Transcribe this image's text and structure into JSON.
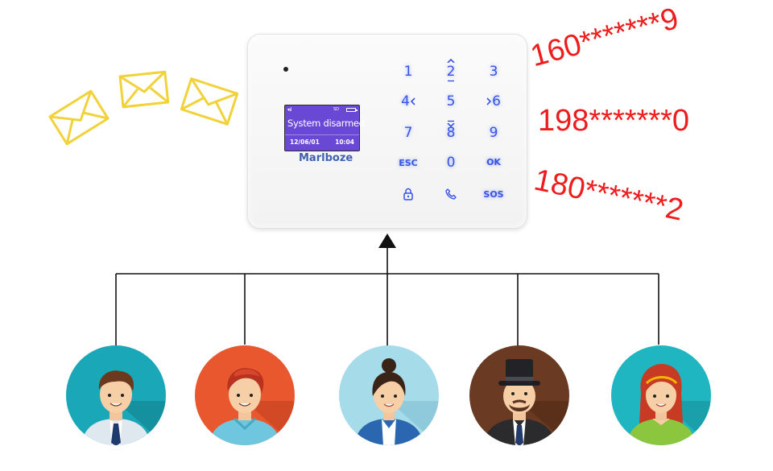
{
  "panel": {
    "screen": {
      "status_text": "System disarmed",
      "date": "12/06/01",
      "time": "10:04",
      "storage_indicator": "SD"
    },
    "brand": "Marlboze",
    "keys": [
      {
        "label": "1",
        "icon": null
      },
      {
        "label": "2",
        "icon": "up-arrow-icon"
      },
      {
        "label": "3",
        "icon": null
      },
      {
        "label": "4",
        "icon": "left-arrow-icon"
      },
      {
        "label": "5",
        "icon": null
      },
      {
        "label": "6",
        "icon": "right-arrow-icon"
      },
      {
        "label": "7",
        "icon": null
      },
      {
        "label": "8",
        "icon": "down-arrow-icon"
      },
      {
        "label": "9",
        "icon": null
      },
      {
        "label": "ESC",
        "icon": null
      },
      {
        "label": "0",
        "icon": null
      },
      {
        "label": "OK",
        "icon": null
      },
      {
        "label": "",
        "icon": "lock-icon"
      },
      {
        "label": "",
        "icon": "phone-icon"
      },
      {
        "label": "SOS",
        "icon": null
      }
    ]
  },
  "phone_numbers": [
    "160*******9",
    "198*******0",
    "180*******2"
  ],
  "envelopes": [
    "envelope-icon",
    "envelope-icon",
    "envelope-icon"
  ],
  "users": [
    {
      "icon": "man-tie-avatar-icon",
      "bg": "#1aa7b7"
    },
    {
      "icon": "man-casual-avatar-icon",
      "bg": "#e8572e"
    },
    {
      "icon": "woman-vest-avatar-icon",
      "bg": "#9fd9ea"
    },
    {
      "icon": "man-top-hat-avatar-icon",
      "bg": "#6a3a22"
    },
    {
      "icon": "woman-redhead-avatar-icon",
      "bg": "#1fb6c2"
    }
  ],
  "colors": {
    "phone_text": "#ee1c1c",
    "envelope": "#f1d23a",
    "key_glow": "#3653e8",
    "lcd": "#6a48d6",
    "connector": "#111111"
  }
}
